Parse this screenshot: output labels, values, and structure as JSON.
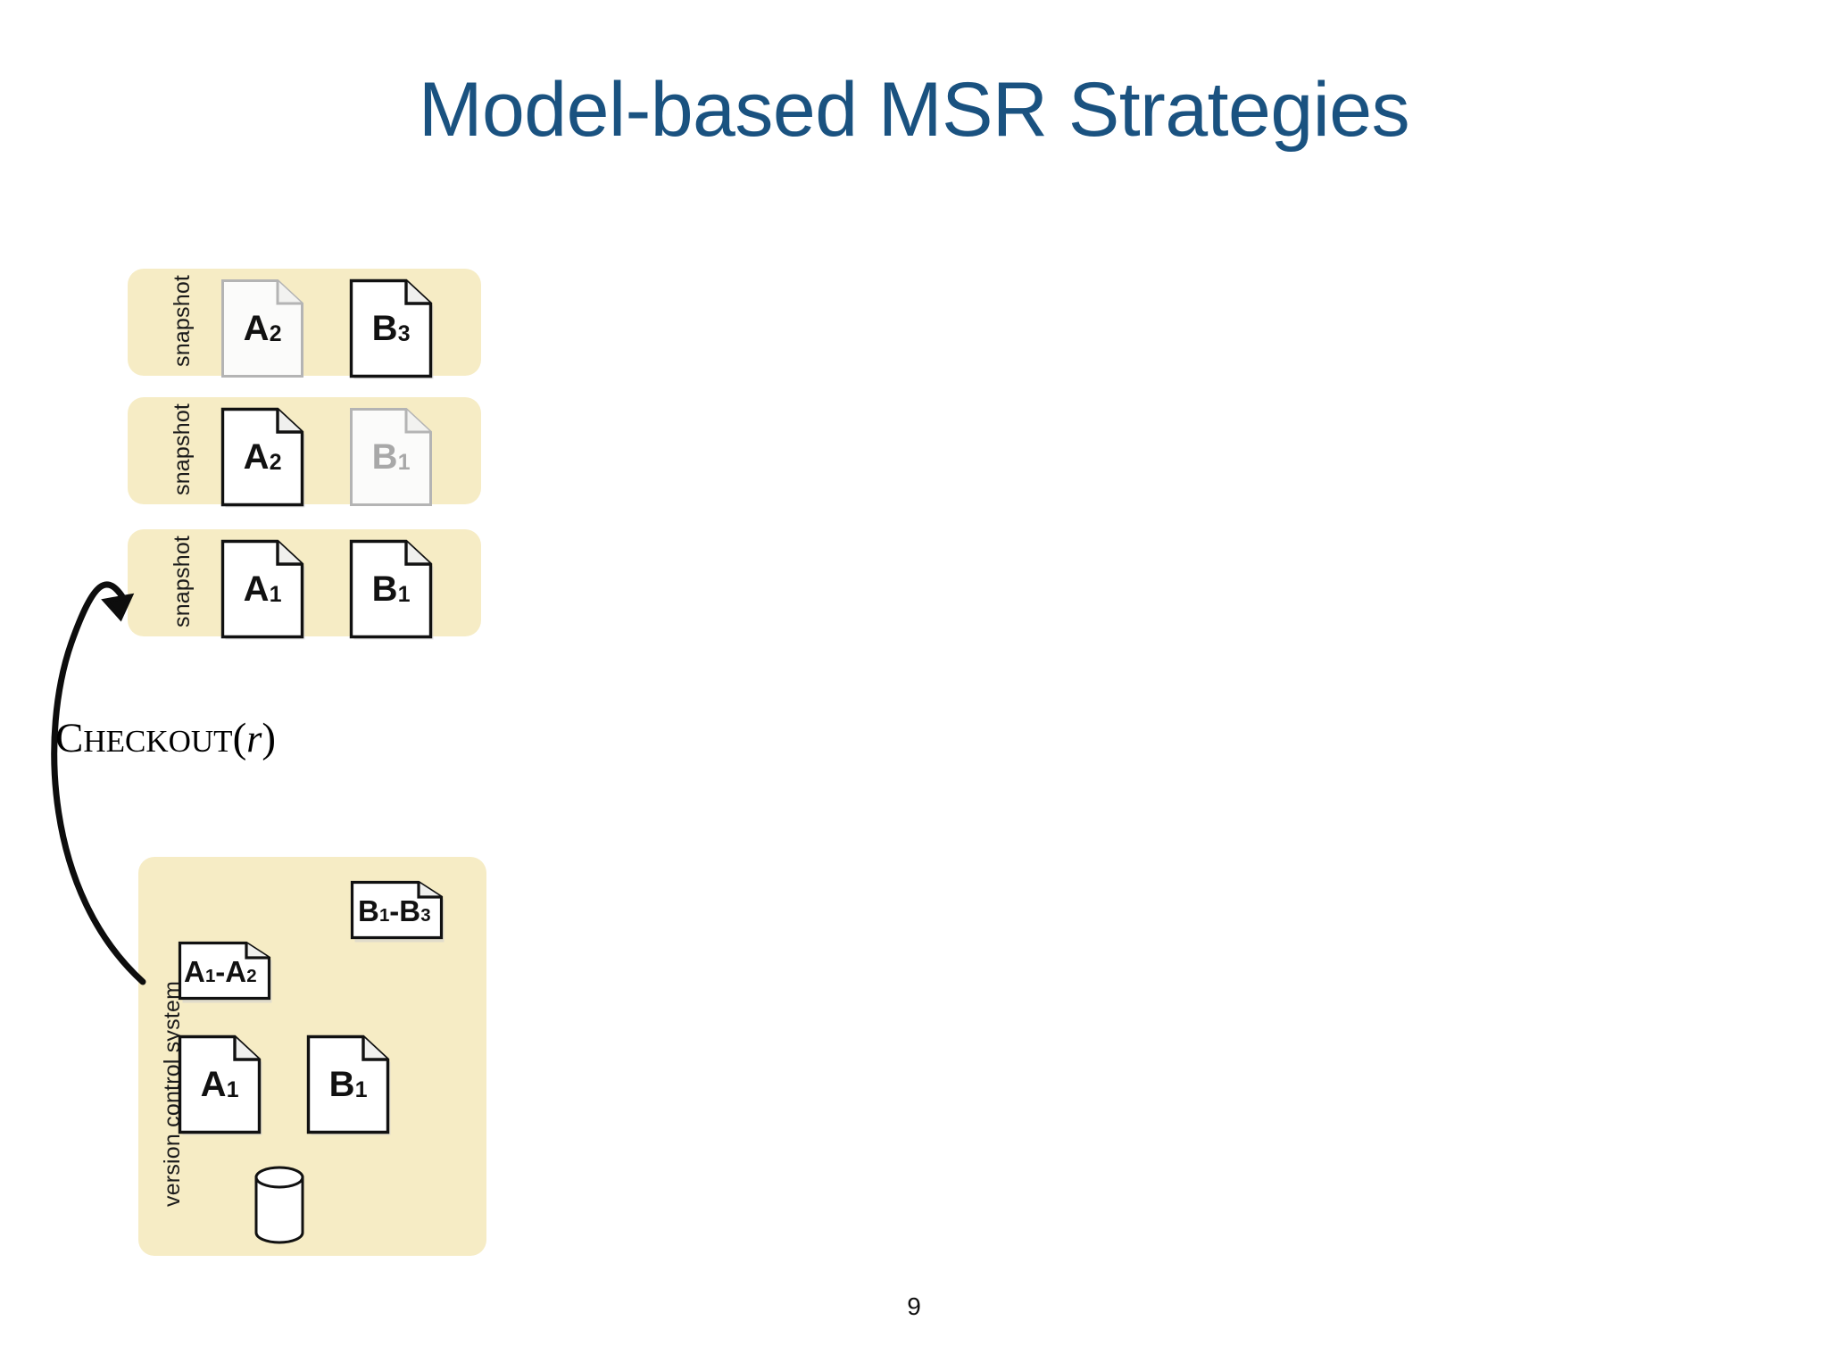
{
  "slide": {
    "title": "Model-based MSR Strategies",
    "page_number": "9",
    "title_color": "#1a5280",
    "panel_color": "#f6ecc5",
    "background_color": "#ffffff",
    "active_doc_color": "#111111",
    "faded_doc_color": "#a8a8a8"
  },
  "snapshots": [
    {
      "label": "snapshot",
      "documents": [
        {
          "base": "A",
          "sub": "2",
          "faded": true
        },
        {
          "base": "B",
          "sub": "3",
          "faded": false
        }
      ]
    },
    {
      "label": "snapshot",
      "documents": [
        {
          "base": "A",
          "sub": "2",
          "faded": false
        },
        {
          "base": "B",
          "sub": "1",
          "faded": true
        }
      ]
    },
    {
      "label": "snapshot",
      "documents": [
        {
          "base": "A",
          "sub": "1",
          "faded": false
        },
        {
          "base": "B",
          "sub": "1",
          "faded": false
        }
      ]
    }
  ],
  "vcs": {
    "label": "version control system",
    "delta_documents": [
      {
        "text_parts": [
          "B",
          "1",
          "-B",
          "3"
        ],
        "faded": false
      },
      {
        "text_parts": [
          "A",
          "1",
          "-A",
          "2"
        ],
        "faded": false
      }
    ],
    "base_documents": [
      {
        "base": "A",
        "sub": "1",
        "faded": false
      },
      {
        "base": "B",
        "sub": "1",
        "faded": false
      }
    ],
    "storage_icon": "database-cylinder-icon"
  },
  "arrow": {
    "label_parts": {
      "cap": "C",
      "smallcaps": "HECKOUT",
      "open_paren": "(",
      "variable": "r",
      "close_paren": ")"
    },
    "label_plain": "Checkout(r)",
    "direction": "version-control-system-to-snapshot",
    "icon": "curved-arrow-icon"
  }
}
